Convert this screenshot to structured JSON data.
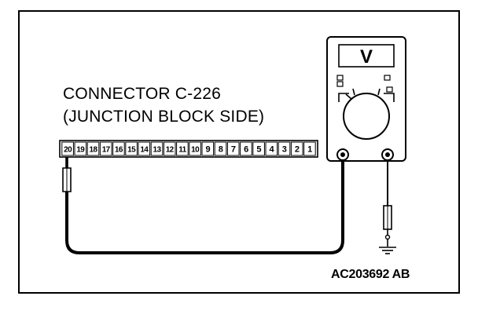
{
  "figure": {
    "connector_label_line1": "CONNECTOR C-226",
    "connector_label_line2": "(JUNCTION BLOCK SIDE)",
    "figure_id": "AC203692 AB",
    "pins": [
      "20",
      "19",
      "18",
      "17",
      "16",
      "15",
      "14",
      "13",
      "12",
      "11",
      "10",
      "9",
      "8",
      "7",
      "6",
      "5",
      "4",
      "3",
      "2",
      "1"
    ],
    "probed_pin": "20",
    "meter_mode_symbol": "V"
  }
}
